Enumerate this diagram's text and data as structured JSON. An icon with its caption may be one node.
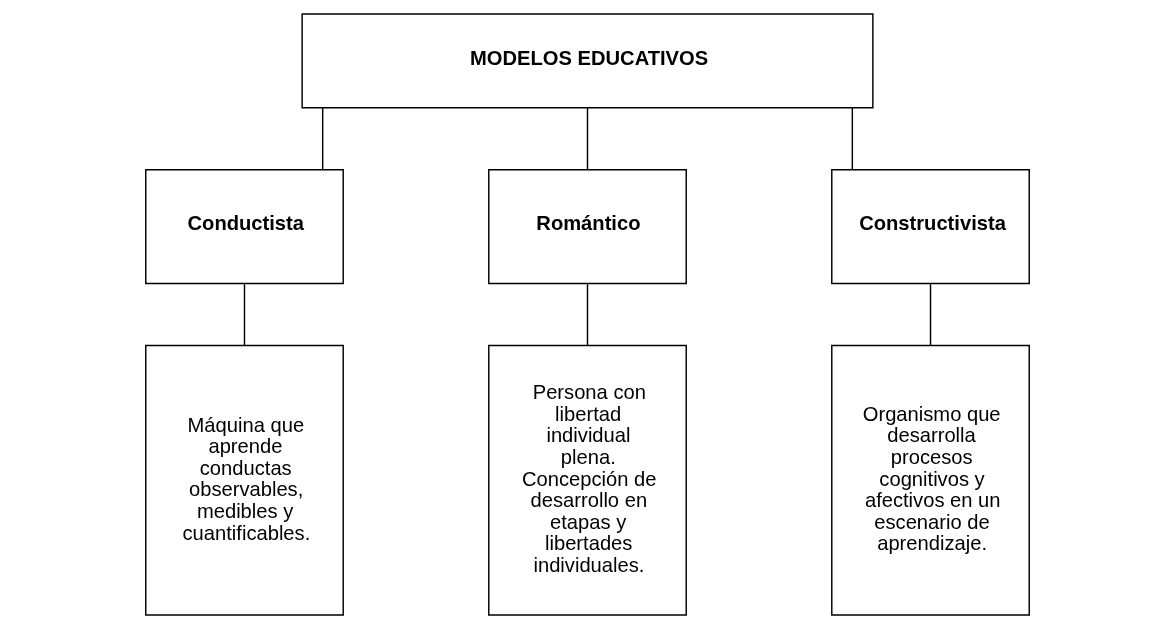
{
  "diagram": {
    "nodes": [
      {
        "text": [
          "MODELOS EDUCATIVOS"
        ]
      },
      {
        "text": [
          "Conductista"
        ]
      },
      {
        "text": [
          "Romántico"
        ]
      },
      {
        "text": [
          "Constructivista"
        ]
      },
      {
        "text": [
          "Máquina que aprende conductas observables, medibles y cuantificables."
        ]
      },
      {
        "text": [
          "Persona con libertad individual plena. Concepción de desarrollo en etapas y libertades individuales."
        ]
      },
      {
        "text": [
          "Organismo que desarrolla procesos cognitivos y afectivos en un escenario de aprendizaje."
        ]
      }
    ],
    "edges": [
      {
        "from": 0,
        "to": 1,
        "arrow": "none"
      },
      {
        "from": 0,
        "to": 2,
        "arrow": "none"
      },
      {
        "from": 0,
        "to": 3,
        "arrow": "none"
      },
      {
        "from": 1,
        "to": 4,
        "arrow": "none"
      },
      {
        "from": 2,
        "to": 5,
        "arrow": "none"
      },
      {
        "from": 3,
        "to": 6,
        "arrow": "none"
      }
    ]
  }
}
